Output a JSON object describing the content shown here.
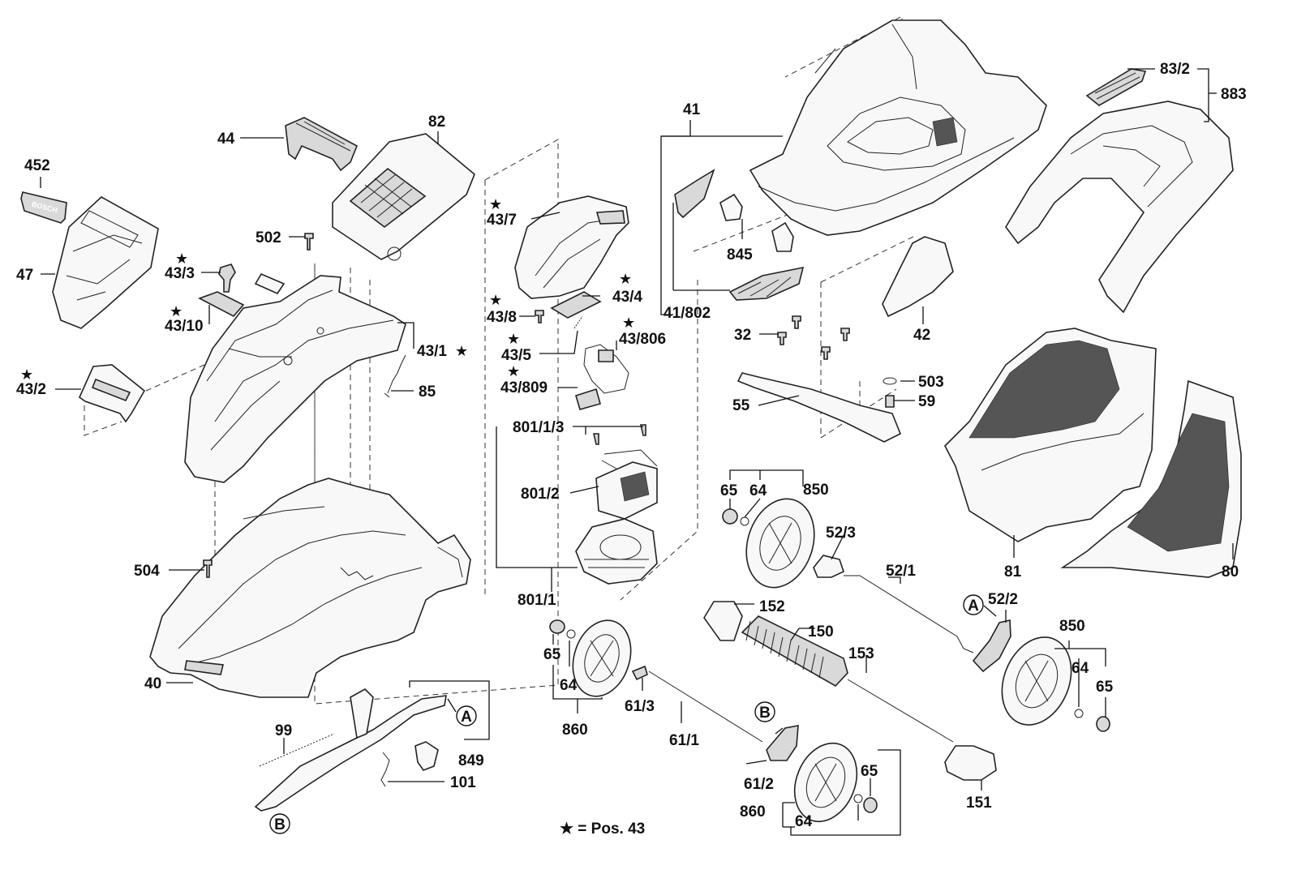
{
  "labels": {
    "p452": "452",
    "p47": "47",
    "p44": "44",
    "p82": "82",
    "p502": "502",
    "p43_3": "43/3",
    "p43_10": "43/10",
    "p43_2": "43/2",
    "p43_1": "43/1",
    "p85": "85",
    "p504": "504",
    "p40": "40",
    "p99": "99",
    "p101": "101",
    "p849": "849",
    "p43_7": "43/7",
    "p43_4": "43/4",
    "p43_8": "43/8",
    "p43_5": "43/5",
    "p43_806": "43/806",
    "p43_809": "43/809",
    "p801_1_3": "801/1/3",
    "p801_2": "801/2",
    "p801_1": "801/1",
    "p65a": "65",
    "p64a": "64",
    "p860a": "860",
    "p61_3": "61/3",
    "p61_1": "61/1",
    "p61_2": "61/2",
    "p860b": "860",
    "p64b": "64",
    "p65b": "65",
    "p41": "41",
    "p41_802": "41/802",
    "p845": "845",
    "p32": "32",
    "p42": "42",
    "p55": "55",
    "p503": "503",
    "p59": "59",
    "p65c": "65",
    "p64c": "64",
    "p850a": "850",
    "p52_3": "52/3",
    "p52_1": "52/1",
    "p52_2": "52/2",
    "p152": "152",
    "p150": "150",
    "p153": "153",
    "p151": "151",
    "p850b": "850",
    "p64d": "64",
    "p65d": "65",
    "p83_2": "83/2",
    "p883": "883",
    "p81": "81",
    "p80": "80"
  },
  "callouts": {
    "a1": "A",
    "a2": "A",
    "b1": "B",
    "b2": "B"
  },
  "star_symbol": "★",
  "footnote": "★ = Pos. 43",
  "brand_text": "BOSCH"
}
